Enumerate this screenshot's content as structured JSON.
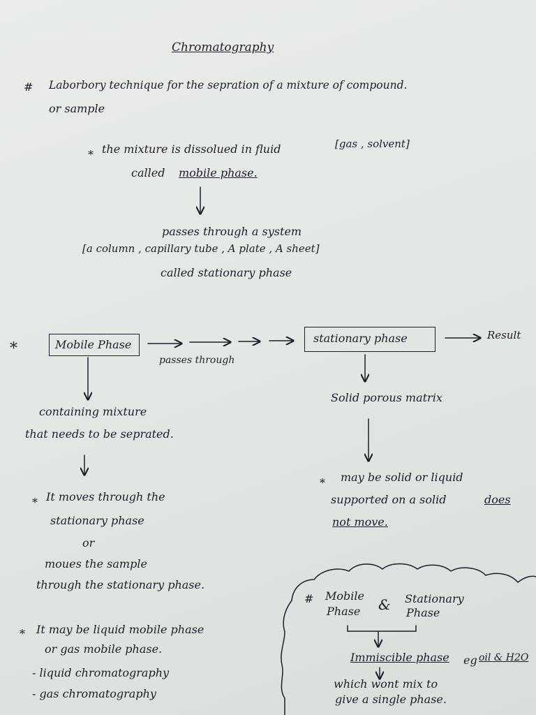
{
  "title": "Chromatography",
  "intro": {
    "bullet": "#",
    "line1": "Laborbory technique for the sepration of a mixture of compound.",
    "line2": "or sample"
  },
  "mobile_intro": {
    "bullet": "*",
    "line1": "the mixture is dissolued in fluid",
    "bracket": "[gas , solvent]",
    "line2_prefix": "called",
    "line2_term": "mobile phase."
  },
  "system": {
    "line1": "passes through a system",
    "bracket": "[a column , capillary tube , A plate , A sheet]",
    "line2": "called stationary phase"
  },
  "flow": {
    "star": "*",
    "mobile_box": "Mobile Phase",
    "passes": "passes through",
    "stationary_box": "stationary phase",
    "result": "Result"
  },
  "mobile_branch": {
    "l1": "containing mixture",
    "l2": "that needs to be seprated.",
    "p1_bullet": "*",
    "p1_l1": "It moves through the",
    "p1_l2": "stationary phase",
    "or": "or",
    "p1_l3": "moues the sample",
    "p1_l4": "through the stationary phase.",
    "p2_bullet": "*",
    "p2_l1": "It may be liquid mobile phase",
    "p2_l2": "or gas mobile phase.",
    "li1": "- liquid chromatography",
    "li2": "- gas chromatography"
  },
  "stationary_branch": {
    "l1": "Solid porous matrix",
    "bullet": "*",
    "l2": "may be solid or liquid",
    "l3_prefix": "supported on a solid",
    "l3_term": "does",
    "l4_term": "not move."
  },
  "note": {
    "bullet": "#",
    "mobile1": "Mobile",
    "mobile2": "Phase",
    "amp": "&",
    "stat1": "Stationary",
    "stat2": "Phase",
    "immiscible": "Immiscible phase",
    "eg": "eg",
    "example": "oil & H2O",
    "l2": "which wont mix to",
    "l3": "give a single phase."
  }
}
